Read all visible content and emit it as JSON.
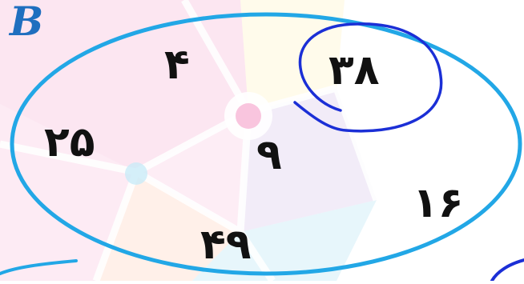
{
  "set": {
    "label": "B",
    "elements": [
      "۴",
      "۳۸",
      "۲۵",
      "۹",
      "۱۶",
      "۴۹"
    ],
    "circled_element": "۳۸"
  },
  "colors": {
    "label": "#1f6fbf",
    "set_outline": "#22a7e6",
    "circle_mark": "#1b2fd6",
    "numbers": "#111111",
    "pink": "#f7b7d6",
    "lavender": "#d9c8ec",
    "light_blue": "#c9ebf7",
    "peach": "#ffd4bf",
    "yellow": "#fff0b0"
  }
}
